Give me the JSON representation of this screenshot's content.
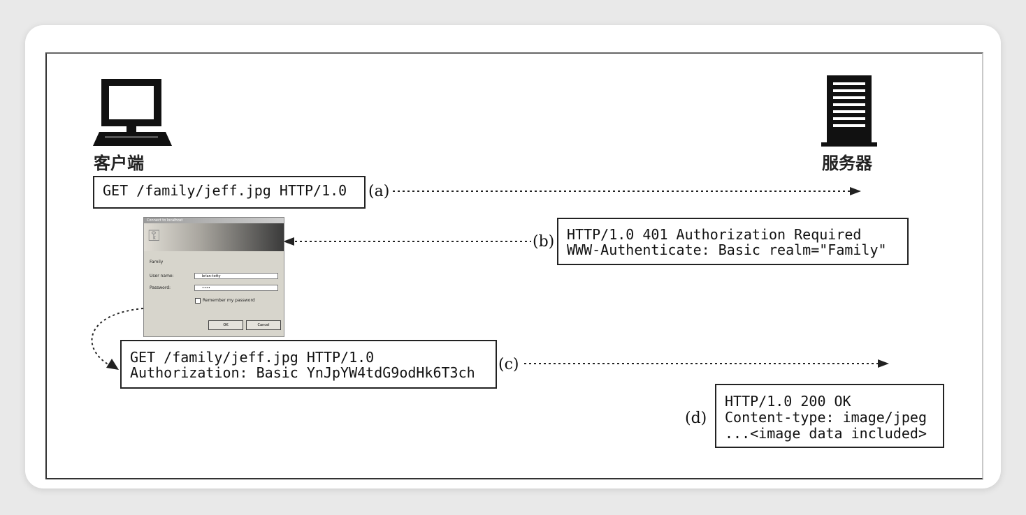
{
  "nodes": {
    "client_label": "客户端",
    "server_label": "服务器"
  },
  "messages": [
    {
      "step": "(a)",
      "lines": [
        "GET /family/jeff.jpg HTTP/1.0"
      ]
    },
    {
      "step": "(b)",
      "lines": [
        "HTTP/1.0 401 Authorization Required",
        "WWW-Authenticate: Basic realm=\"Family\""
      ]
    },
    {
      "step": "(c)",
      "lines": [
        "GET /family/jeff.jpg HTTP/1.0",
        "Authorization: Basic YnJpYW4tdG9odHk6T3ch"
      ]
    },
    {
      "step": "(d)",
      "lines": [
        "HTTP/1.0 200 OK",
        "Content-type: image/jpeg",
        "...<image data included>"
      ]
    }
  ],
  "login_dialog": {
    "title": "Connect to localhost",
    "realm": "Family",
    "username_label": "User name:",
    "username_value": "brian-totty",
    "password_label": "Password:",
    "password_value": "••••",
    "remember_label": "Remember my password",
    "ok_label": "OK",
    "cancel_label": "Cancel"
  },
  "colors": {
    "ink": "#111111",
    "card": "#ffffff",
    "background": "#e9e9e9"
  }
}
